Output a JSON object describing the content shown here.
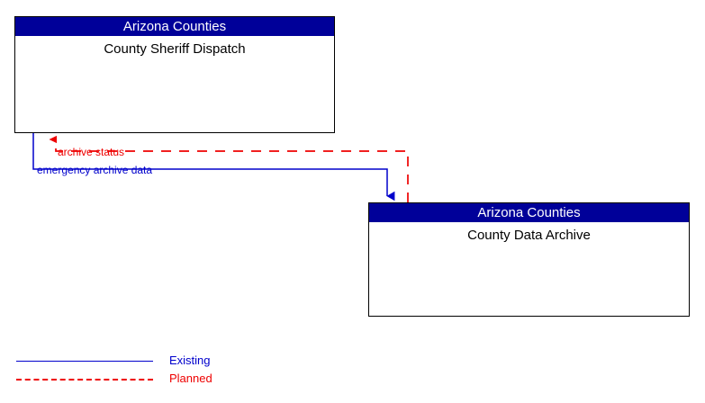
{
  "diagram": {
    "boxes": [
      {
        "id": "county-sheriff-dispatch",
        "stakeholder": "Arizona Counties",
        "name": "County Sheriff Dispatch"
      },
      {
        "id": "county-data-archive",
        "stakeholder": "Arizona Counties",
        "name": "County Data Archive"
      }
    ],
    "flows": [
      {
        "id": "archive-status",
        "label": "archive status",
        "status": "Planned",
        "color": "#ee0000",
        "style": "dashed",
        "from": "county-data-archive",
        "to": "county-sheriff-dispatch"
      },
      {
        "id": "emergency-archive-data",
        "label": "emergency archive data",
        "status": "Existing",
        "color": "#0000cc",
        "style": "solid",
        "from": "county-sheriff-dispatch",
        "to": "county-data-archive"
      }
    ],
    "legend": [
      {
        "id": "existing",
        "label": "Existing",
        "color": "#0000cc",
        "style": "solid"
      },
      {
        "id": "planned",
        "label": "Planned",
        "color": "#ee0000",
        "style": "dashed"
      }
    ],
    "colors": {
      "header_background": "#000099",
      "header_text": "#ffffff",
      "box_border": "#000000",
      "existing": "#0000cc",
      "planned": "#ee0000"
    }
  }
}
